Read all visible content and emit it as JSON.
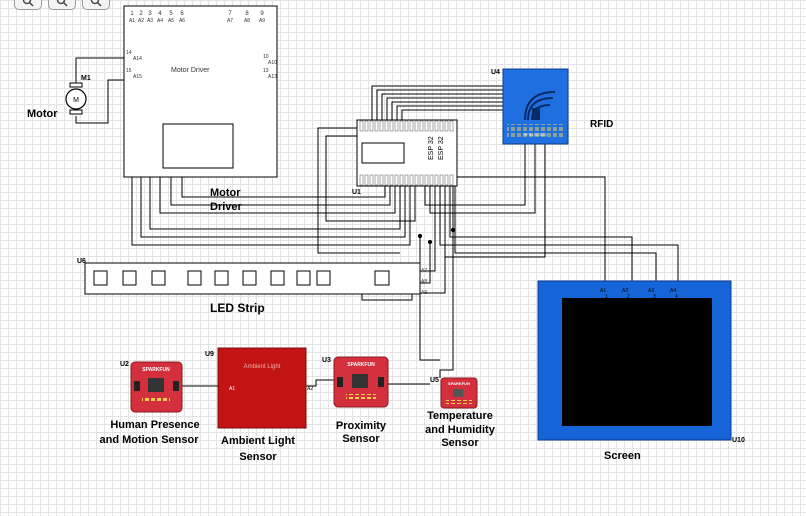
{
  "toolbar": {
    "buttons": [
      {
        "icon": "zoom-in-icon"
      },
      {
        "icon": "zoom-out-icon"
      },
      {
        "icon": "zoom-fit-icon"
      }
    ]
  },
  "components": {
    "motor_driver": {
      "ref": "",
      "title": "Motor Driver",
      "caption": [
        "Motor",
        "Driver"
      ],
      "pin_numbers_top": [
        "1",
        "2",
        "3",
        "4",
        "5",
        "6",
        "7",
        "8",
        "9"
      ],
      "pin_labels_top": [
        "A1",
        "A2",
        "A3",
        "A4",
        "A5",
        "A6",
        "A7",
        "A8",
        "A9"
      ],
      "pins_left": [
        {
          "num": "14",
          "label": "A14"
        },
        {
          "num": "15",
          "label": "A15"
        }
      ],
      "pins_right": [
        {
          "num": "10",
          "label": "A10"
        },
        {
          "num": "13",
          "label": "A13"
        }
      ]
    },
    "motor": {
      "ref": "M1",
      "label": "Motor",
      "symbol": "M"
    },
    "esp32": {
      "ref": "U1",
      "title": [
        "ESP 32",
        "ESP 32"
      ]
    },
    "rfid": {
      "ref": "U4",
      "label": "RFID",
      "chip_text": "RFID-RC522"
    },
    "led_strip": {
      "ref": "U6",
      "label": "LED Strip",
      "pins": [
        "A7",
        "A8",
        "A9"
      ],
      "led_count": 10
    },
    "screen": {
      "ref": "U10",
      "label": "Screen",
      "pins": [
        "A1",
        "A2",
        "A3",
        "A4"
      ],
      "pin_numbers": [
        "1",
        "2",
        "3",
        "4"
      ]
    },
    "human_sensor": {
      "ref": "U2",
      "label": [
        "Human Presence",
        "and Motion Sensor"
      ],
      "brand": "SPARKFUN"
    },
    "ambient_sensor": {
      "ref": "U9",
      "label": [
        "Ambient Light",
        "Sensor"
      ],
      "chip_text": "Ambient Light",
      "pin_left": "A1",
      "pin_right": "A2"
    },
    "proximity_sensor": {
      "ref": "U3",
      "label": [
        "Proximity",
        "Sensor"
      ],
      "brand": "SPARKFUN"
    },
    "temp_sensor": {
      "ref": "U5",
      "label": [
        "Temperature",
        "and Humidity",
        "Sensor"
      ],
      "brand": "SPARKFUN"
    }
  },
  "colors": {
    "wire": "#000000",
    "rfid": "#1f6fe0",
    "screen_frame": "#1565d8",
    "screen_panel": "#000000",
    "ambient_board": "#c31414",
    "sparkfun_board": "#d32f3c"
  }
}
